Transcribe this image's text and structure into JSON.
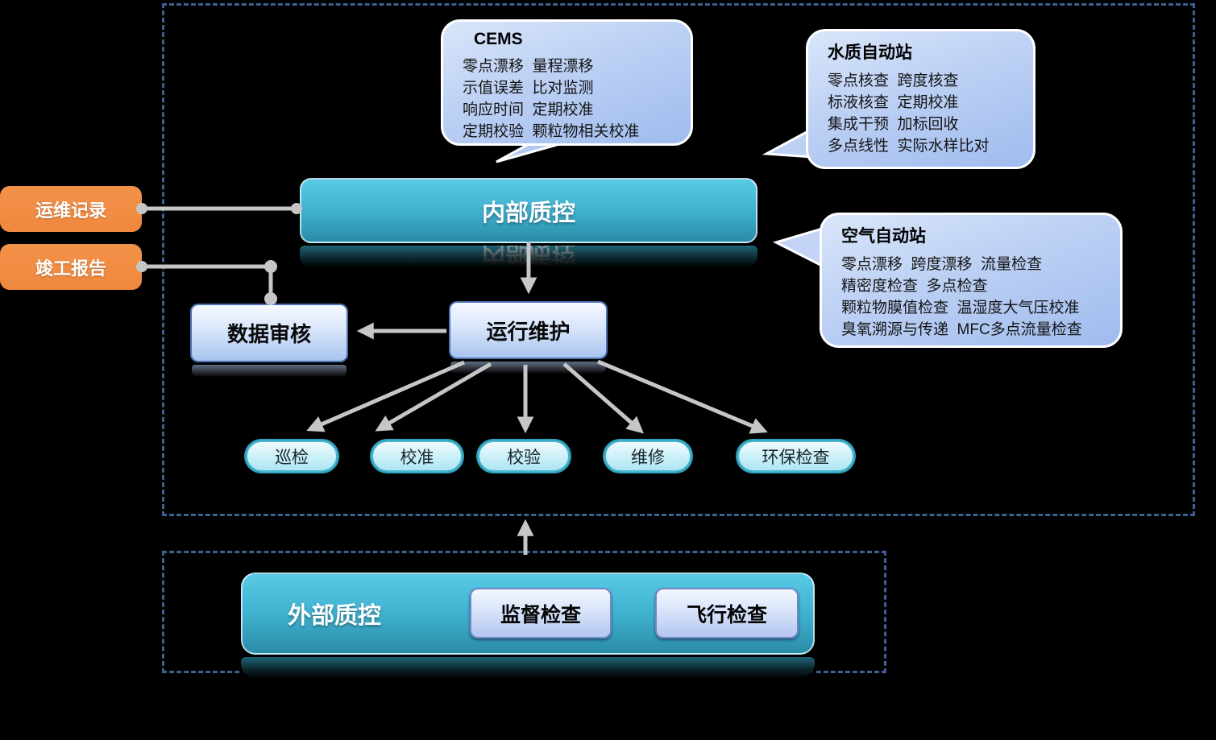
{
  "colors": {
    "background": "#000000",
    "orange_label": "#F0883E",
    "cyan_banner": "#3FB2D0",
    "dashed_border": "#3D6190",
    "node_blue": "#A9C4F0",
    "pill_cyan": "#C9EFF8",
    "connector_gray": "#C6C6C6",
    "bubble_blue": "#BCD0F4"
  },
  "callouts": {
    "cems": {
      "title": "CEMS",
      "lines": [
        "零点漂移  量程漂移",
        "示值误差  比对监测",
        "响应时间  定期校准",
        "定期校验  颗粒物相关校准"
      ]
    },
    "water_station": {
      "title": "水质自动站",
      "lines": [
        "零点核查  跨度核查",
        "标液核查  定期校准",
        "集成干预  加标回收",
        "多点线性  实际水样比对"
      ]
    },
    "air_station": {
      "title": "空气自动站",
      "lines": [
        "零点漂移  跨度漂移  流量检查",
        "精密度检查  多点检查",
        "颗粒物膜值检查  温湿度大气压校准",
        "臭氧溯源与传递  MFC多点流量检查"
      ]
    }
  },
  "left_labels": {
    "operation_record": "运维记录",
    "completion_report": "竣工报告"
  },
  "internal_qc": {
    "title": "内部质控"
  },
  "nodes": {
    "data_review": "数据审核",
    "operation_maintenance": "运行维护"
  },
  "tasks": [
    "巡检",
    "校准",
    "校验",
    "维修",
    "环保检查"
  ],
  "external_qc": {
    "title": "外部质控",
    "items": [
      "监督检查",
      "飞行检查"
    ]
  }
}
